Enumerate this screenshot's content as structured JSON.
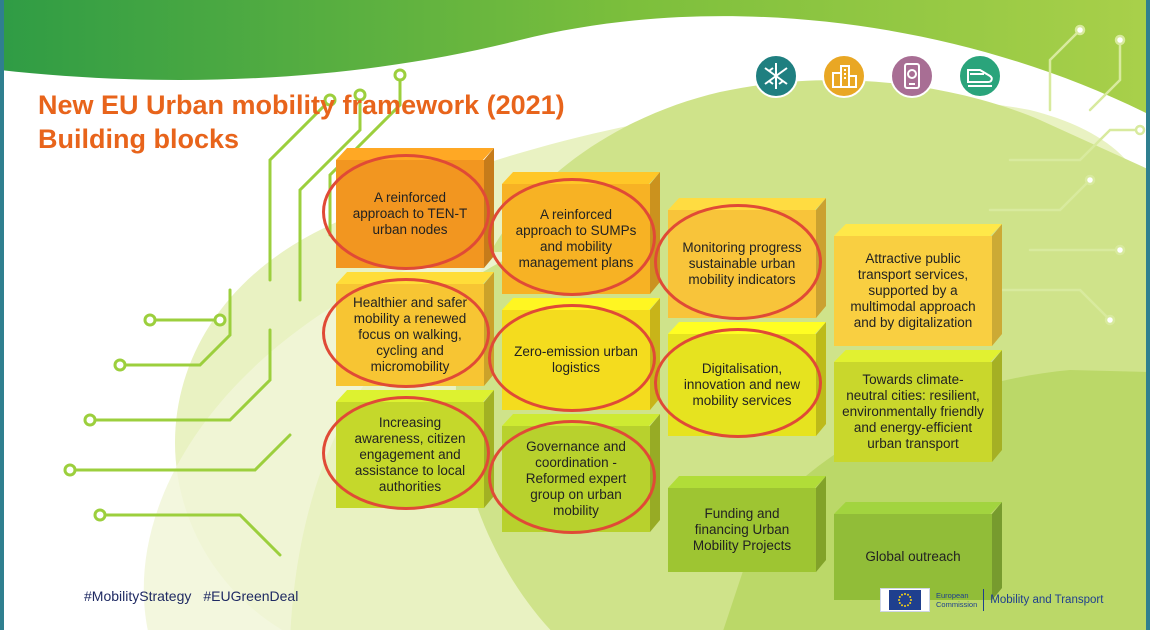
{
  "slide": {
    "title_line1": "New EU Urban mobility framework (2021)",
    "title_line2": "Building blocks"
  },
  "colors": {
    "title": "#e8641b",
    "highlight_ring": "#e04a36",
    "row1_fronts": [
      "#f29620",
      "#f7b224",
      "#f8c43a",
      "#f9cf41"
    ],
    "row2_fronts": [
      "#f7c533",
      "#f4dc1e",
      "#e6e31f",
      "#c9d72c"
    ],
    "row3_fronts": [
      "#c5d82b",
      "#b8d12d",
      "#9ec532",
      "#91bd38"
    ],
    "background_green": "#8fc53f",
    "dark_green": "#5ea339"
  },
  "header_icons": [
    {
      "name": "infrastructure-icon",
      "color": "#1f7f80"
    },
    {
      "name": "city-buildings-icon",
      "color": "#e9a724"
    },
    {
      "name": "smartphone-icon",
      "color": "#a86e94"
    },
    {
      "name": "train-icon",
      "color": "#2aa47b"
    }
  ],
  "blocks": [
    {
      "text": "A reinforced approach to TEN-T urban nodes",
      "highlighted": true
    },
    {
      "text": "A reinforced approach to SUMPs and mobility management plans",
      "highlighted": true
    },
    {
      "text": "Monitoring progress sustainable urban mobility indicators",
      "highlighted": true
    },
    {
      "text": "Attractive public transport services, supported by a multimodal approach and by digitalization",
      "highlighted": false
    },
    {
      "text": "Healthier and safer mobility a renewed focus on walking, cycling and micromobility",
      "highlighted": true
    },
    {
      "text": "Zero-emission urban logistics",
      "highlighted": true
    },
    {
      "text": "Digitalisation, innovation and new mobility services",
      "highlighted": true
    },
    {
      "text": "Towards climate-neutral cities: resilient, environmentally friendly and energy-efficient urban transport",
      "highlighted": false
    },
    {
      "text": "Increasing awareness, citizen engagement and assistance to local authorities",
      "highlighted": true
    },
    {
      "text": "Governance and coordination - Reformed expert group on urban mobility",
      "highlighted": true
    },
    {
      "text": "Funding and financing Urban Mobility Projects",
      "highlighted": false
    },
    {
      "text": "Global outreach",
      "highlighted": false
    }
  ],
  "footer": {
    "hashtag1": "#MobilityStrategy",
    "hashtag2": "#EUGreenDeal",
    "commission_line1": "European",
    "commission_line2": "Commission",
    "dg_name": "Mobility and Transport"
  }
}
